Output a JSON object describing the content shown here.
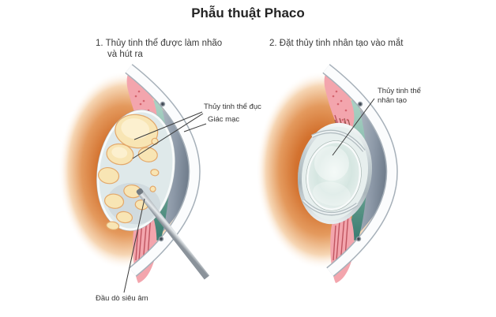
{
  "title": "Phẫu thuật Phaco",
  "steps": {
    "step1_line1": "1. Thủy tinh thể được làm nhão",
    "step1_line2": "và hút ra",
    "step2": "2. Đặt thủy tinh nhân tạo vào mắt"
  },
  "callouts": {
    "cloudy_lens": "Thủy tinh thể đục",
    "cornea": "Giác mạc",
    "ultrasound_probe": "Đầu dò siêu âm",
    "artificial_lens_line1": "Thủy tinh thể",
    "artificial_lens_line2": "nhân tạo"
  },
  "palette": {
    "background": "#ffffff",
    "text": "#2d2d2d",
    "leader_line": "#3b3b3b",
    "orange_interior": "#d3722f",
    "pink_tissue": "#f3a5ad",
    "red_fiber": "#c05560",
    "teal_iris": "#7fb7a8",
    "gray_chamber": "#8d99a8",
    "sclera_band": "#fbfcfd",
    "band_outline": "#a6b0b9",
    "lens_fill": "#dfe9ea",
    "cataract_chunk": "#f8e5b4",
    "chunk_outline": "#e3a86a",
    "probe_silver": "#c9ced2",
    "iol_optic": "#d5e6e1"
  }
}
